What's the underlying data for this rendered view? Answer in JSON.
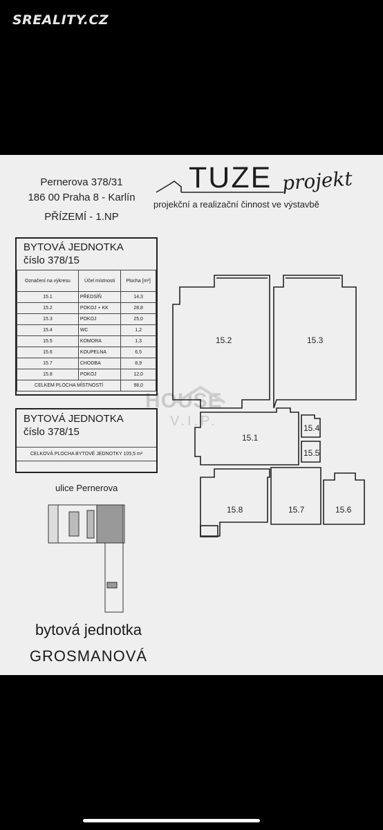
{
  "site_logo": "SREALITY.CZ",
  "address": {
    "line1": "Pernerova 378/31",
    "line2": "186 00 Praha 8 - Karlín",
    "line3": "PŘÍZEMÍ - 1.NP"
  },
  "brand": {
    "name": "TUZE",
    "script": "projekt",
    "subtitle": "projekční a realizační činnost ve výstavbě"
  },
  "unit_table": {
    "title1": "BYTOVÁ JEDNOTKA",
    "title2": "číslo 378/15",
    "headers": [
      "Označení na výkresu",
      "Účel místnosti",
      "Plocha [m²]"
    ],
    "rows": [
      {
        "id": "15.1",
        "name": "PŘEDSÍŇ",
        "area": "14,3"
      },
      {
        "id": "15.2",
        "name": "POKOJ + KK",
        "area": "28,8"
      },
      {
        "id": "15.3",
        "name": "POKOJ",
        "area": "25,0"
      },
      {
        "id": "15.4",
        "name": "WC",
        "area": "1,2"
      },
      {
        "id": "15.5",
        "name": "KOMORA",
        "area": "1,3"
      },
      {
        "id": "15.6",
        "name": "KOUPELNA",
        "area": "6,5"
      },
      {
        "id": "15.7",
        "name": "CHODBA",
        "area": "8,9"
      },
      {
        "id": "15.8",
        "name": "POKOJ",
        "area": "12,0"
      }
    ],
    "total_label": "CELKEM PLOCHA MÍSTNOSTÍ",
    "total_value": "98,0"
  },
  "unit_total": {
    "title1": "BYTOVÁ JEDNOTKA",
    "title2": "číslo 378/15",
    "text": "CELKOVÁ PLOCHA BYTOVÉ JEDNOTKY 105,5 m²"
  },
  "street": "ulice Pernerova",
  "bottom": {
    "line1": "bytová jednotka",
    "line2": "GROSMANOVÁ"
  },
  "watermark": {
    "line1": "HOUSE",
    "line2": "V.I.P."
  },
  "room_labels": {
    "r152": "15.2",
    "r153": "15.3",
    "r151": "15.1",
    "r154": "15.4",
    "r155": "15.5",
    "r158": "15.8",
    "r157": "15.7",
    "r156": "15.6"
  }
}
